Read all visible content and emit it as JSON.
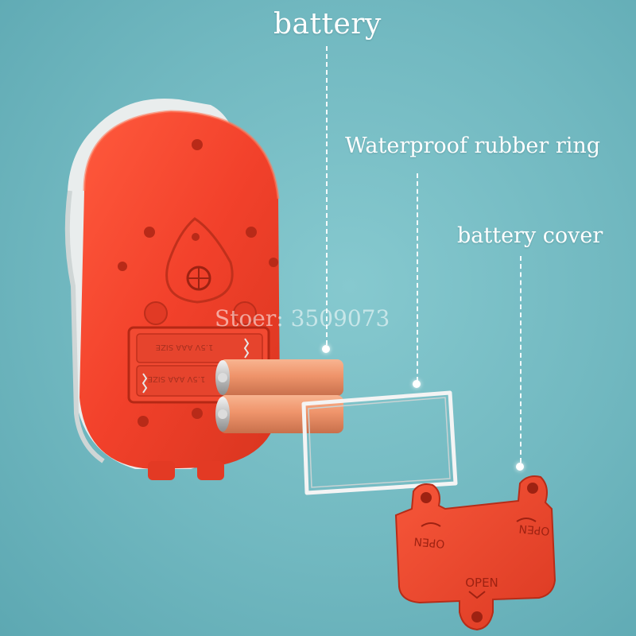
{
  "callouts": {
    "battery": "battery",
    "rubber_ring": "Waterproof rubber ring",
    "battery_cover": "battery cover"
  },
  "watermark": "Stoer: 3509073",
  "battery_markings": {
    "upper": "1.5V AAA SIZE",
    "lower": "1.5V AAA SIZE"
  },
  "cover_markings": {
    "left": "OPEN",
    "right": "OPEN",
    "bottom": "OPEN"
  },
  "colors": {
    "background": "#73b9c1",
    "device_red": "#f2412b",
    "device_shadow": "#c9301f",
    "shell_white": "#ecefef",
    "battery_copper": "#f09a72",
    "ring_white": "#f4f4f4",
    "label_white": "#ffffff"
  }
}
